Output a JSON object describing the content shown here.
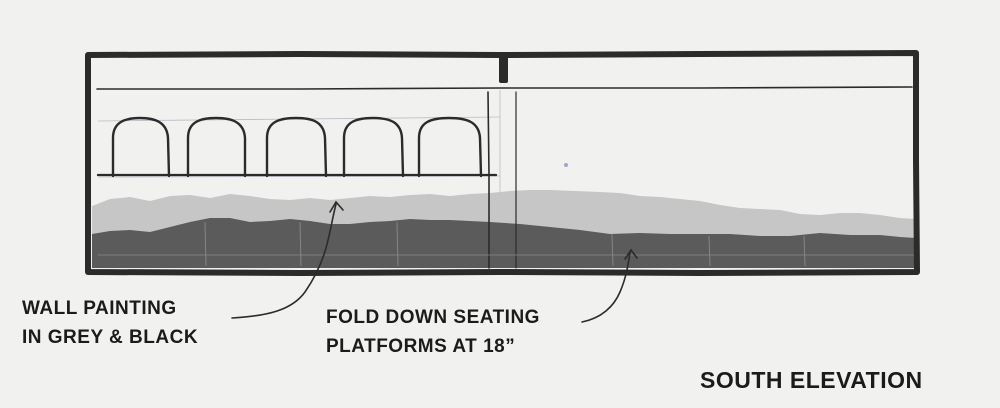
{
  "drawing": {
    "title": "SOUTH ELEVATION",
    "annotations": [
      {
        "line1": "WALL PAINTING",
        "line2": "IN GREY & BLACK"
      },
      {
        "line1": "FOLD DOWN SEATING",
        "line2": "PLATFORMS AT 18”"
      }
    ],
    "colors": {
      "paper": "#f1f2f0",
      "ink": "#2b2b2b",
      "light_grey": "#c6c6c6",
      "dark_grey": "#5b5b5b"
    }
  }
}
